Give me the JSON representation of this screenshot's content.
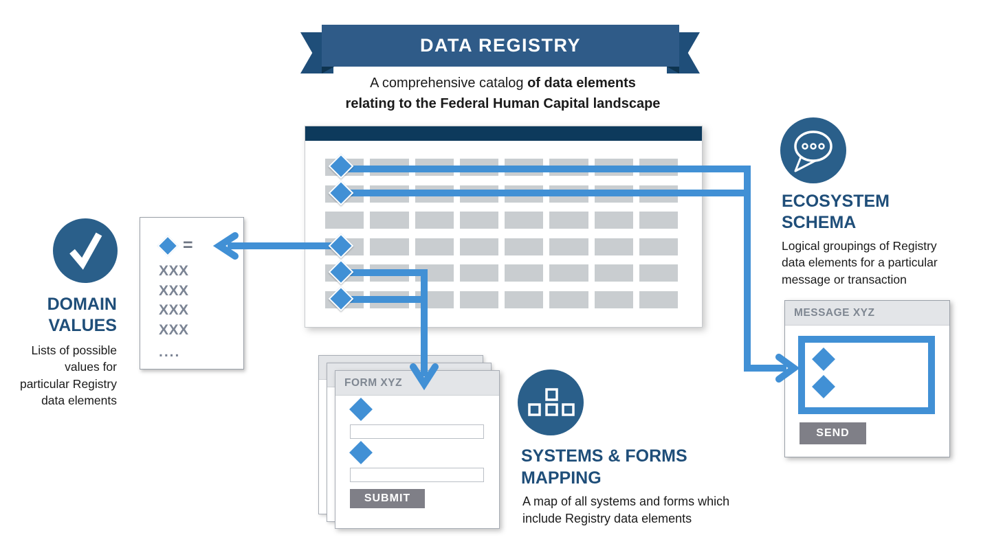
{
  "colors": {
    "navy_header": "#0D3A5C",
    "ribbon_band": "#2F5B88",
    "ribbon_tail": "#1F4E79",
    "icon_circle": "#2A5F8A",
    "accent_blue": "#4190D5",
    "heading_navy": "#1F4E79",
    "cell_gray": "#C9CDD0",
    "button_gray": "#7F7F87",
    "muted_header_text": "#7F8792"
  },
  "banner": {
    "title": "DATA REGISTRY"
  },
  "subtitle": {
    "line1_regular": "A comprehensive catalog ",
    "line1_bold": "of data elements",
    "line2_bold": "relating to the Federal Human Capital landscape"
  },
  "registry_table": {
    "columns": 8,
    "rows": [
      {
        "diamond": true
      },
      {
        "diamond": true
      },
      {
        "diamond": false
      },
      {
        "diamond": true
      },
      {
        "diamond": true
      },
      {
        "diamond": true
      }
    ]
  },
  "domain_values": {
    "icon": "checkmark-icon",
    "heading_lines": [
      "DOMAIN",
      "VALUES"
    ],
    "description_lines": [
      "Lists of possible",
      "values for",
      "particular Registry",
      "data elements"
    ],
    "card": {
      "equals_symbol": "=",
      "values": [
        "XXX",
        "XXX",
        "XXX",
        "XXX"
      ],
      "ellipsis": "...."
    }
  },
  "ecosystem_schema": {
    "icon": "speech-bubble-icon",
    "heading_lines": [
      "ECOSYSTEM",
      "SCHEMA"
    ],
    "description_lines": [
      "Logical groupings of Registry",
      "data elements for a particular",
      "message or transaction"
    ],
    "message_card": {
      "title": "MESSAGE XYZ",
      "send_label": "SEND",
      "diamond_count": 2
    }
  },
  "systems_forms_mapping": {
    "icon": "org-chart-icon",
    "heading_lines": [
      "SYSTEMS & FORMS",
      "MAPPING"
    ],
    "description_lines": [
      "A map of all systems and forms which",
      "include Registry data elements"
    ],
    "form_card": {
      "title": "FORM XYZ",
      "submit_label": "SUBMIT",
      "field_count": 2
    }
  }
}
